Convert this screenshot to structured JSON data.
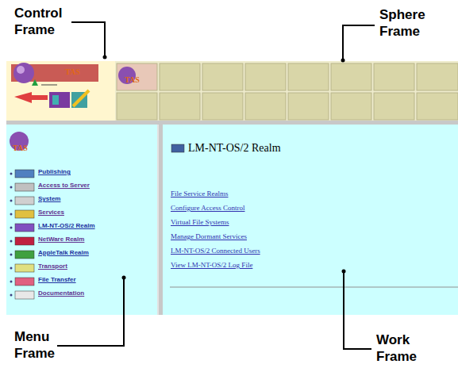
{
  "diagram": {
    "nodes": [
      {
        "text": [
          "TAS"
        ]
      },
      {
        "text": [
          "TAS"
        ]
      },
      {
        "text": [
          "TAS",
          "Publishing",
          "Access to Server",
          "System",
          "Services",
          "LM-NT-OS/2 Realm",
          "NetWare Realm",
          "AppleTalk Realm",
          "Transport",
          "File Transfer",
          "Documentation"
        ]
      },
      {
        "text": [
          "LM-NT-OS/2 Realm",
          "File Service Realms",
          "Configure Access Control",
          "Virtual File Systems",
          "Manage Dormant Services",
          "LM-NT-OS/2 Connected Users",
          "View LM-NT-OS/2 Log File"
        ]
      }
    ],
    "labels": [
      "Control Frame",
      "Sphere Frame",
      "Menu Frame",
      "Work Frame"
    ]
  }
}
